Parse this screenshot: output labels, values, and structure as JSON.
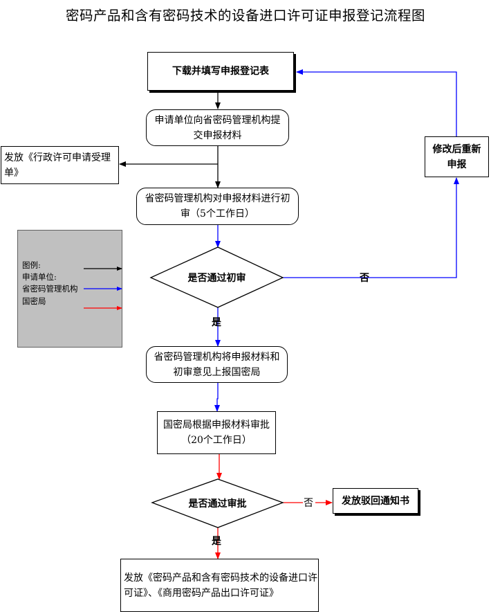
{
  "title": "密码产品和含有密码技术的设备进口许可证申报登记流程图",
  "nodes": {
    "download_form": "下载并填写申报登记表",
    "submit_materials": "申请单位向省密码管理机构提交申报材料",
    "issue_acceptance": "发放《行政许可申请受理单》",
    "preliminary_review": "省密码管理机构对申报材料进行初审（5个工作日）",
    "pass_preliminary": "是否通过初审",
    "revise_resubmit": "修改后重新申报",
    "report_bureau": "省密码管理机构将申报材料和初审意见上报国密局",
    "bureau_approval": "国密局根据申报材料审批（20个工作日）",
    "pass_approval": "是否通过审批",
    "issue_rejection": "发放驳回通知书",
    "issue_license": "发放《密码产品和含有密码技术的设备进口许可证》、《商用密码产品出口许可证》"
  },
  "edge_labels": {
    "preliminary_no": "否",
    "preliminary_yes": "是",
    "approval_no": "否",
    "approval_yes": "是"
  },
  "legend": {
    "heading": "图例:",
    "items": [
      "申请单位:",
      "省密码管理机构",
      "国密局"
    ],
    "colors": [
      "#000000",
      "#0000ff",
      "#ff0000"
    ]
  }
}
